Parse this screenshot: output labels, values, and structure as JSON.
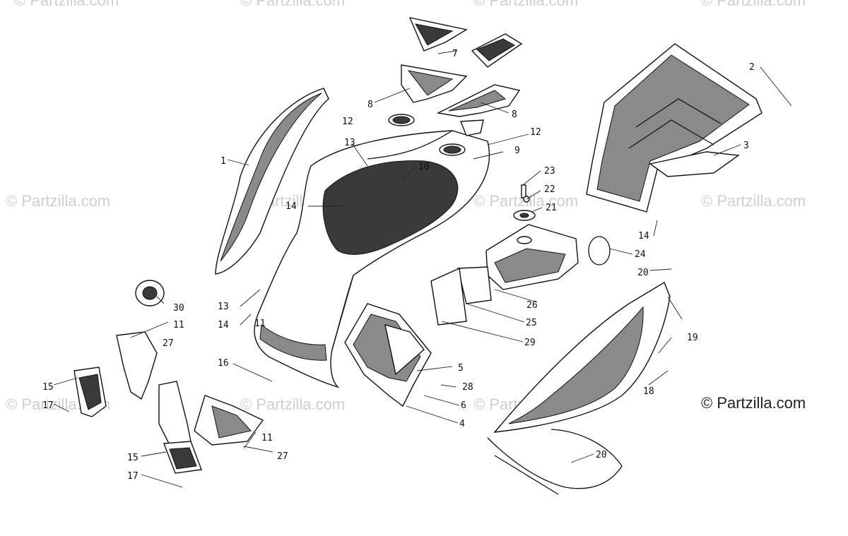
{
  "watermark_text": "© Partzilla.com",
  "copyright_text": "© Partzilla.com",
  "callouts": [
    "1",
    "2",
    "3",
    "4",
    "5",
    "6",
    "7",
    "8",
    "9",
    "10",
    "11",
    "12",
    "13",
    "14",
    "15",
    "16",
    "17",
    "18",
    "19",
    "20",
    "21",
    "22",
    "23",
    "24",
    "25",
    "26",
    "27",
    "28",
    "29",
    "30"
  ]
}
